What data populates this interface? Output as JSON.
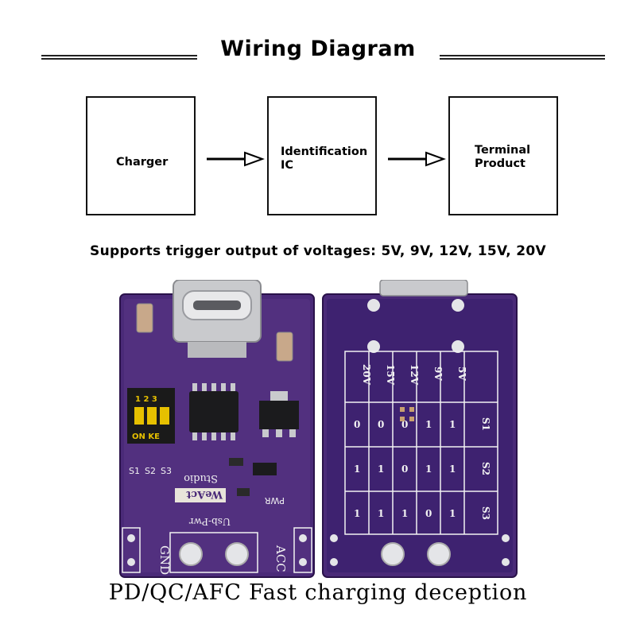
{
  "title": "Wiring Diagram",
  "flow": {
    "boxes": [
      {
        "label": "Charger"
      },
      {
        "label": "Identification\nIC"
      },
      {
        "label": "Terminal\nProduct"
      }
    ]
  },
  "subtitle": "Supports trigger output of voltages: 5V, 9V, 12V, 15V, 20V",
  "board_front": {
    "dip_switch_top": "1  2  3",
    "dip_switch_bottom": "ON  KE",
    "switch_labels": [
      "S1",
      "S2",
      "S3"
    ],
    "logo_text": "WeAct",
    "logo_subtext": "Studio",
    "pwr_label": "PWR",
    "board_name": "Usb-Pwr",
    "gnd_label": "GND",
    "acc_label": "ACC"
  },
  "board_back": {
    "voltage_headers": [
      "5V",
      "9V",
      "12V",
      "15V",
      "20V"
    ],
    "switch_rows": [
      {
        "switch": "S1",
        "values": [
          "1",
          "1",
          "0",
          "0",
          "0"
        ]
      },
      {
        "switch": "S2",
        "values": [
          "1",
          "1",
          "0",
          "1",
          "1"
        ]
      },
      {
        "switch": "S3",
        "values": [
          "1",
          "0",
          "1",
          "1",
          "1"
        ]
      }
    ]
  },
  "caption": "PD/QC/AFC Fast charging deception",
  "colors": {
    "pcb": "#4a2a78",
    "pcb_dark": "#34195c",
    "silkscreen": "#f2f2f2"
  }
}
